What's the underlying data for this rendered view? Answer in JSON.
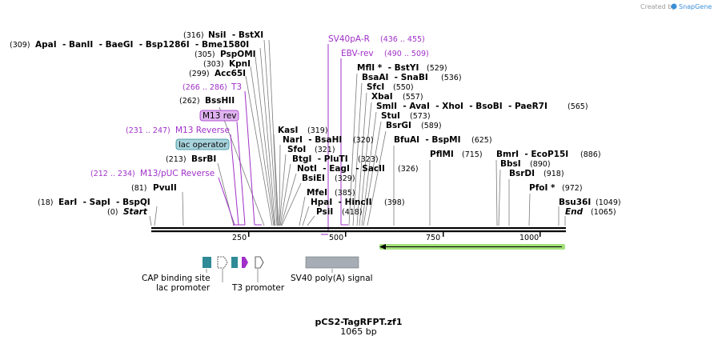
{
  "credit": {
    "label": "Created by",
    "brand": "SnapGene"
  },
  "map": {
    "title": "pCS2-TagRFPT.zf1",
    "length_label": "1065 bp",
    "ticks": [
      "250",
      "500",
      "750",
      "1000"
    ]
  },
  "enzymes": {
    "apaI_group": {
      "pos": "(309)",
      "names": "ApaI  - BanII  - BaeGI  - Bsp1286I  - Bme1580I"
    },
    "nsiI": {
      "pos": "(316)",
      "names": "NsiI  - BstXI"
    },
    "pspOMI": {
      "pos": "(305)",
      "names": "PspOMI"
    },
    "kpnI": {
      "pos": "(303)",
      "names": "KpnI"
    },
    "acc65I": {
      "pos": "(299)",
      "names": "Acc65I"
    },
    "bssHII": {
      "pos": "(262)",
      "names": "BssHII"
    },
    "bsrBI": {
      "pos": "(213)",
      "names": "BsrBI"
    },
    "pvuII": {
      "pos": "(81)",
      "names": "PvuII"
    },
    "earI": {
      "pos": "(18)",
      "names": "EarI  - SapI  - BspQI"
    },
    "start": {
      "pos": "(0)",
      "names": "Start"
    },
    "kasI": {
      "names": "KasI",
      "pos": "(319)"
    },
    "narI": {
      "names": "NarI  - BsaHI",
      "pos": "(320)"
    },
    "sfoI": {
      "names": "SfoI",
      "pos": "(321)"
    },
    "btgI": {
      "names": "BtgI  - PluTI",
      "pos": "(323)"
    },
    "notI": {
      "names": "NotI  - EagI  - SacII",
      "pos": "(326)"
    },
    "bsiEI": {
      "names": "BsiEI",
      "pos": "(329)"
    },
    "mfeI": {
      "names": "MfeI",
      "pos": "(385)"
    },
    "hpaI": {
      "names": "HpaI  - HincII",
      "pos": "(398)"
    },
    "psiI": {
      "names": "PsiI",
      "pos": "(418)"
    },
    "mflI": {
      "names": "MflI *  - BstYI",
      "pos": "(529)"
    },
    "bsaAI": {
      "names": "BsaAI  - SnaBI",
      "pos": "(536)"
    },
    "sfcI": {
      "names": "SfcI",
      "pos": "(550)"
    },
    "xbaI": {
      "names": "XbaI",
      "pos": "(557)"
    },
    "smlI": {
      "names": "SmlI  - AvaI  - XhoI  - BsoBI  - PaeR7I",
      "pos": "(565)"
    },
    "stuI": {
      "names": "StuI",
      "pos": "(573)"
    },
    "bsrGI": {
      "names": "BsrGI",
      "pos": "(589)"
    },
    "bfuAI": {
      "names": "BfuAI  - BspMI",
      "pos": "(625)"
    },
    "pflMI": {
      "names": "PflMI",
      "pos": "(715)"
    },
    "bmrI": {
      "names": "BmrI  - EcoP15I",
      "pos": "(886)"
    },
    "bbsI": {
      "names": "BbsI",
      "pos": "(890)"
    },
    "bsrDI": {
      "names": "BsrDI",
      "pos": "(918)"
    },
    "pfoI": {
      "names": "PfoI *",
      "pos": "(972)"
    },
    "bsu36I": {
      "names": "Bsu36I",
      "pos": "(1049)"
    },
    "end": {
      "names": "End",
      "pos": "(1065)"
    }
  },
  "primers": {
    "sv40pa_r": {
      "name": "SV40pA-R",
      "range": "(436 .. 455)"
    },
    "ebv_rev": {
      "name": "EBV-rev",
      "range": "(490 .. 509)"
    },
    "t3": {
      "range": "(266 .. 286)",
      "name": "T3"
    },
    "m13_rev": {
      "name": "M13 rev"
    },
    "m13_reverse": {
      "range": "(231 .. 247)",
      "name": "M13 Reverse"
    },
    "m13_puc": {
      "range": "(212 .. 234)",
      "name": "M13/pUC Reverse"
    }
  },
  "features": {
    "lac_operator": "lac operator",
    "cap_site": "CAP binding site",
    "lac_promoter": "lac promoter",
    "t3_promoter": "T3 promoter",
    "sv40_signal": "SV40 poly(A) signal"
  },
  "colors": {
    "primer": "#a030c8",
    "cap_teal": "#2e8a96",
    "lac_operator_fill": "#a9d3dd",
    "m13_box_fill": "#e0b4f0",
    "polyA_gray": "#a6adb4",
    "arrow_green": "#a3e07a"
  }
}
